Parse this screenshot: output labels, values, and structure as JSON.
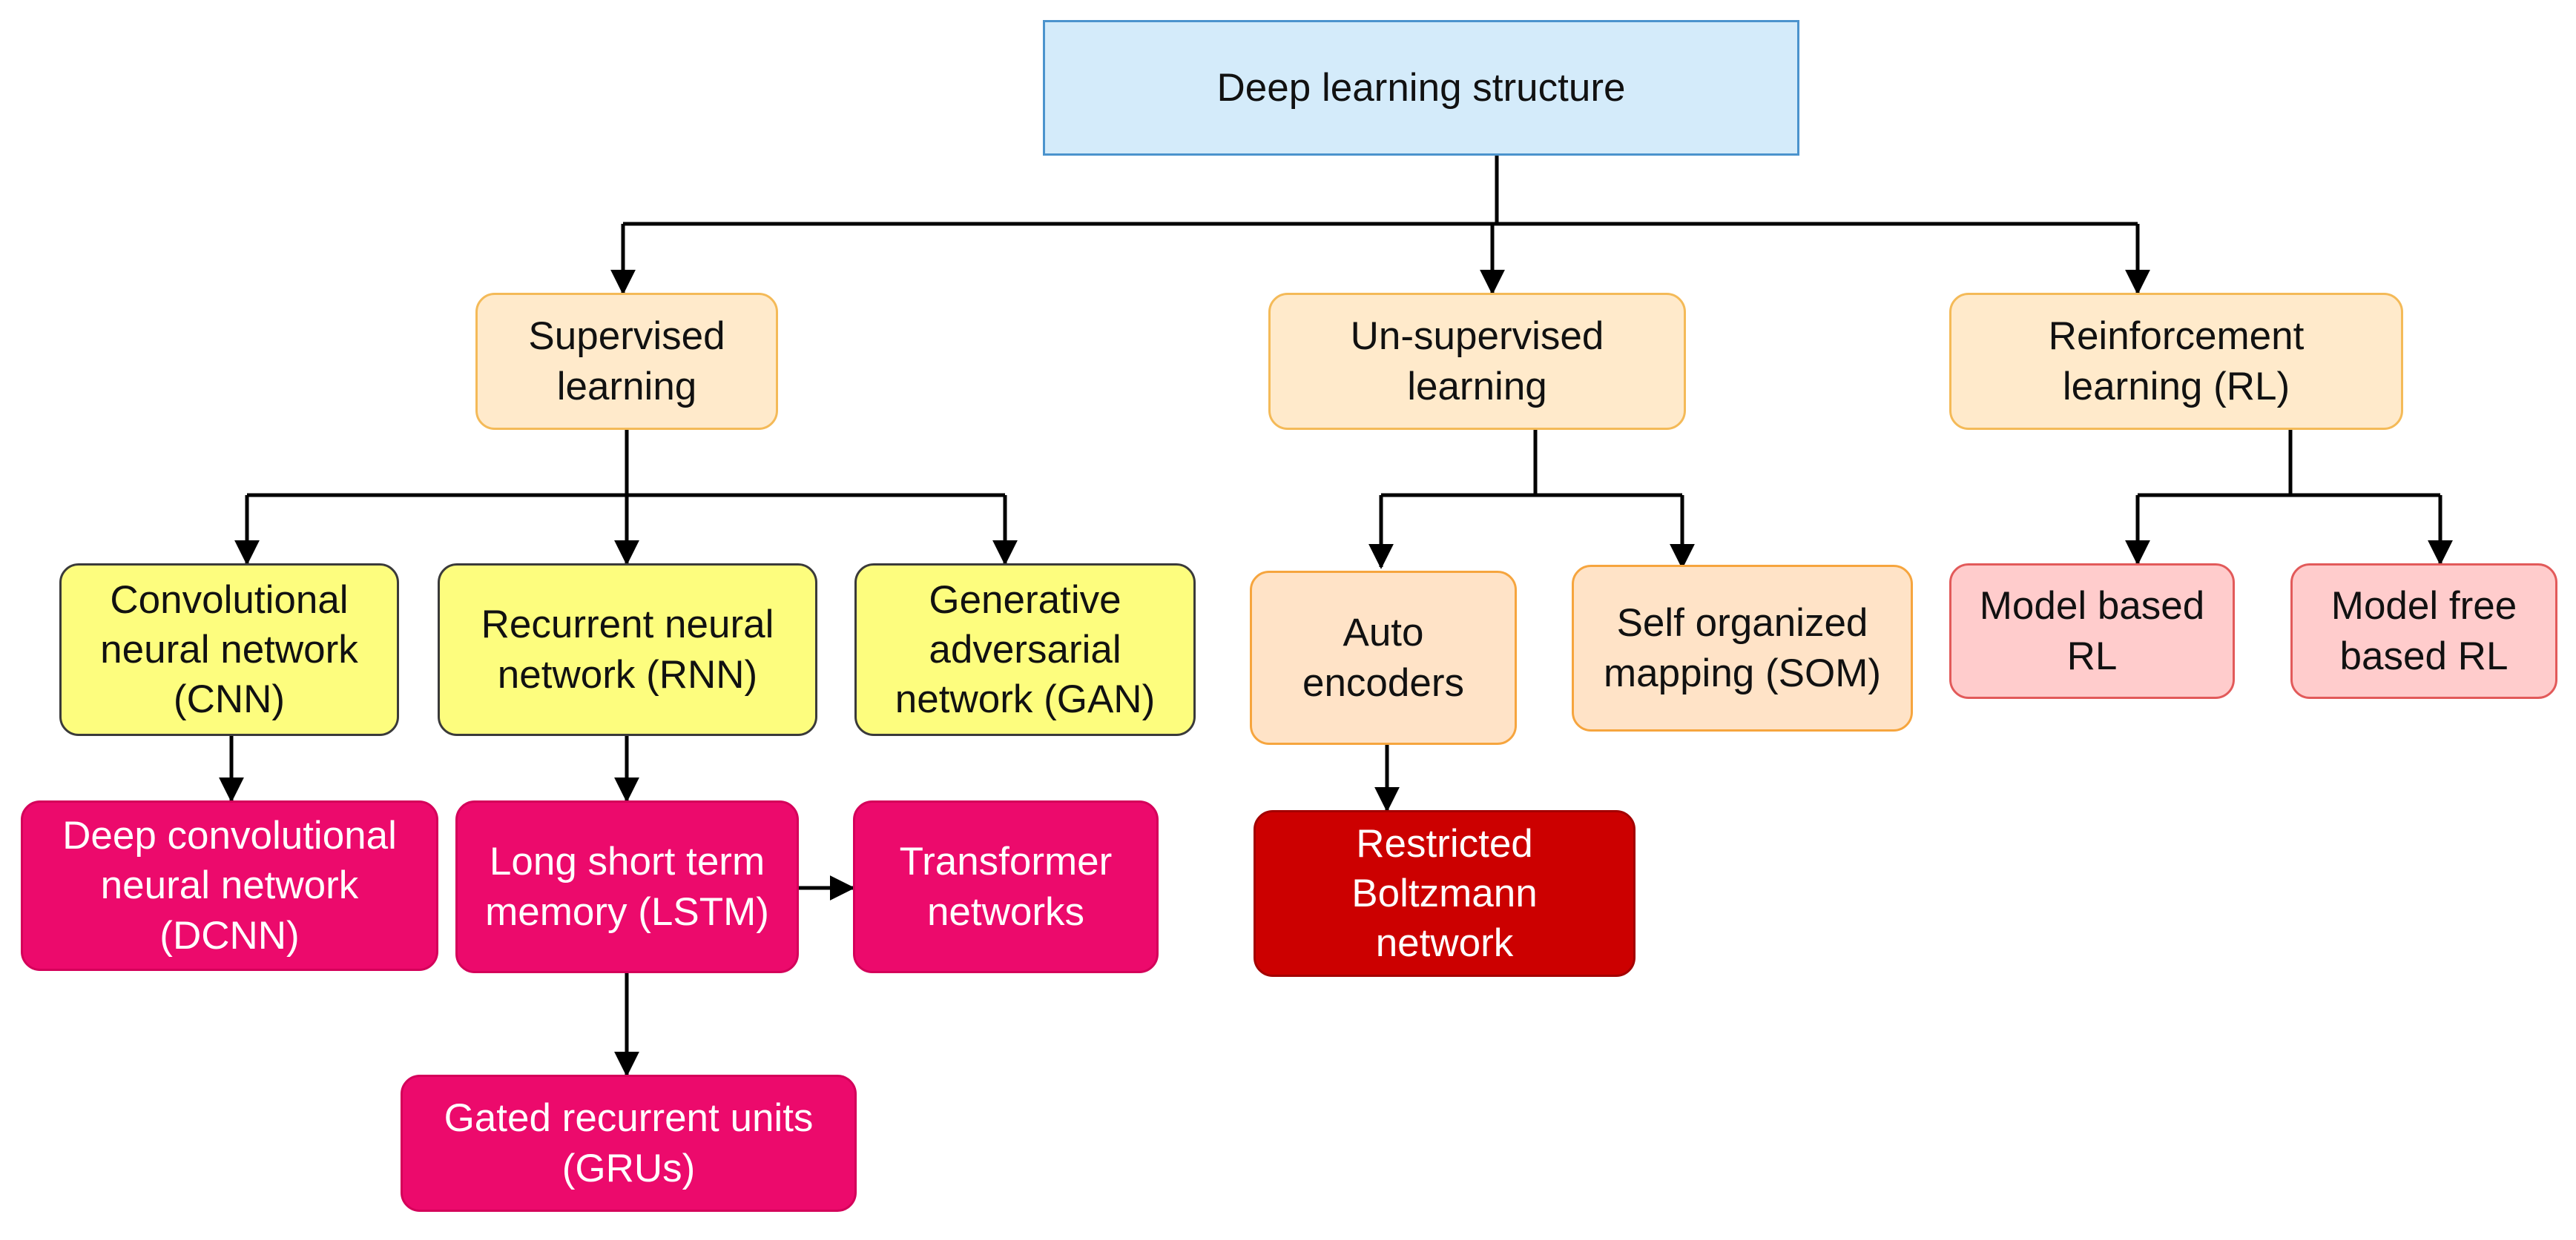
{
  "nodes": {
    "root": "Deep learning structure",
    "supervised": "Supervised\nlearning",
    "unsupervised": "Un-supervised\nlearning",
    "reinforcement": "Reinforcement\nlearning (RL)",
    "cnn": "Convolutional\nneural network\n(CNN)",
    "rnn": "Recurrent neural\nnetwork (RNN)",
    "gan": "Generative\nadversarial\nnetwork (GAN)",
    "dcnn": "Deep convolutional\nneural network\n(DCNN)",
    "lstm": "Long short term\nmemory (LSTM)",
    "transformer": "Transformer\nnetworks",
    "gru": "Gated recurrent units\n(GRUs)",
    "autoencoders": "Auto\nencoders",
    "som": "Self organized\nmapping (SOM)",
    "rbm": "Restricted\nBoltzmann\nnetwork",
    "model_based": "Model based\nRL",
    "model_free": "Model free\nbased RL"
  },
  "colors": {
    "root_fill": "#d4ebfa",
    "category_fill": "#ffeacb",
    "model_fill": "#fdfd7e",
    "variant_fill": "#ec0a6c",
    "unsupervised_child_fill": "#ffe3c7",
    "rbm_fill": "#cc0000",
    "rl_child_fill": "#ffcccc",
    "edge": "#000000"
  }
}
